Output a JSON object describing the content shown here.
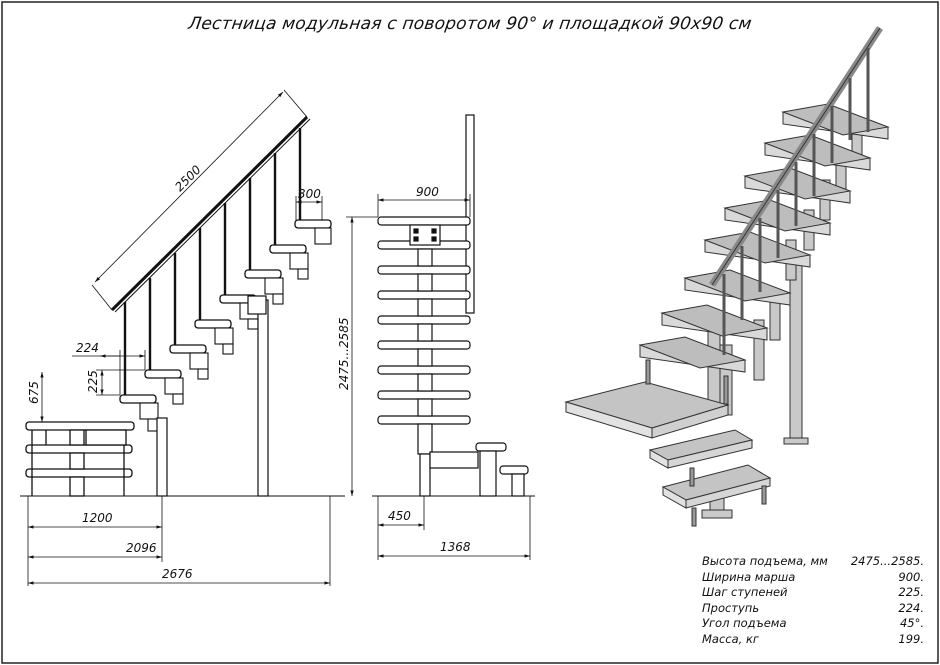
{
  "title": "Лестница модульная с поворотом 90° и площадкой 90х90 см",
  "side_view": {
    "dims": {
      "handrail": "2500",
      "tread_top": "300",
      "tread_depth": "224",
      "step_rise": "225",
      "landing_height": "675",
      "landing_width": "1200",
      "mid_width": "2096",
      "total_width": "2676"
    }
  },
  "front_view": {
    "dims": {
      "march_width": "900",
      "height": "2475...2585",
      "lower_offset": "450",
      "total_depth": "1368"
    }
  },
  "specs": [
    {
      "label": "Высота подъема, мм",
      "value": "2475...2585."
    },
    {
      "label": "Ширина марша",
      "value": "900."
    },
    {
      "label": "Шаг ступеней",
      "value": "225."
    },
    {
      "label": "Проступь",
      "value": "224."
    },
    {
      "label": "Угол подъема",
      "value": "45°."
    },
    {
      "label": "Масса, кг",
      "value": "199."
    }
  ]
}
